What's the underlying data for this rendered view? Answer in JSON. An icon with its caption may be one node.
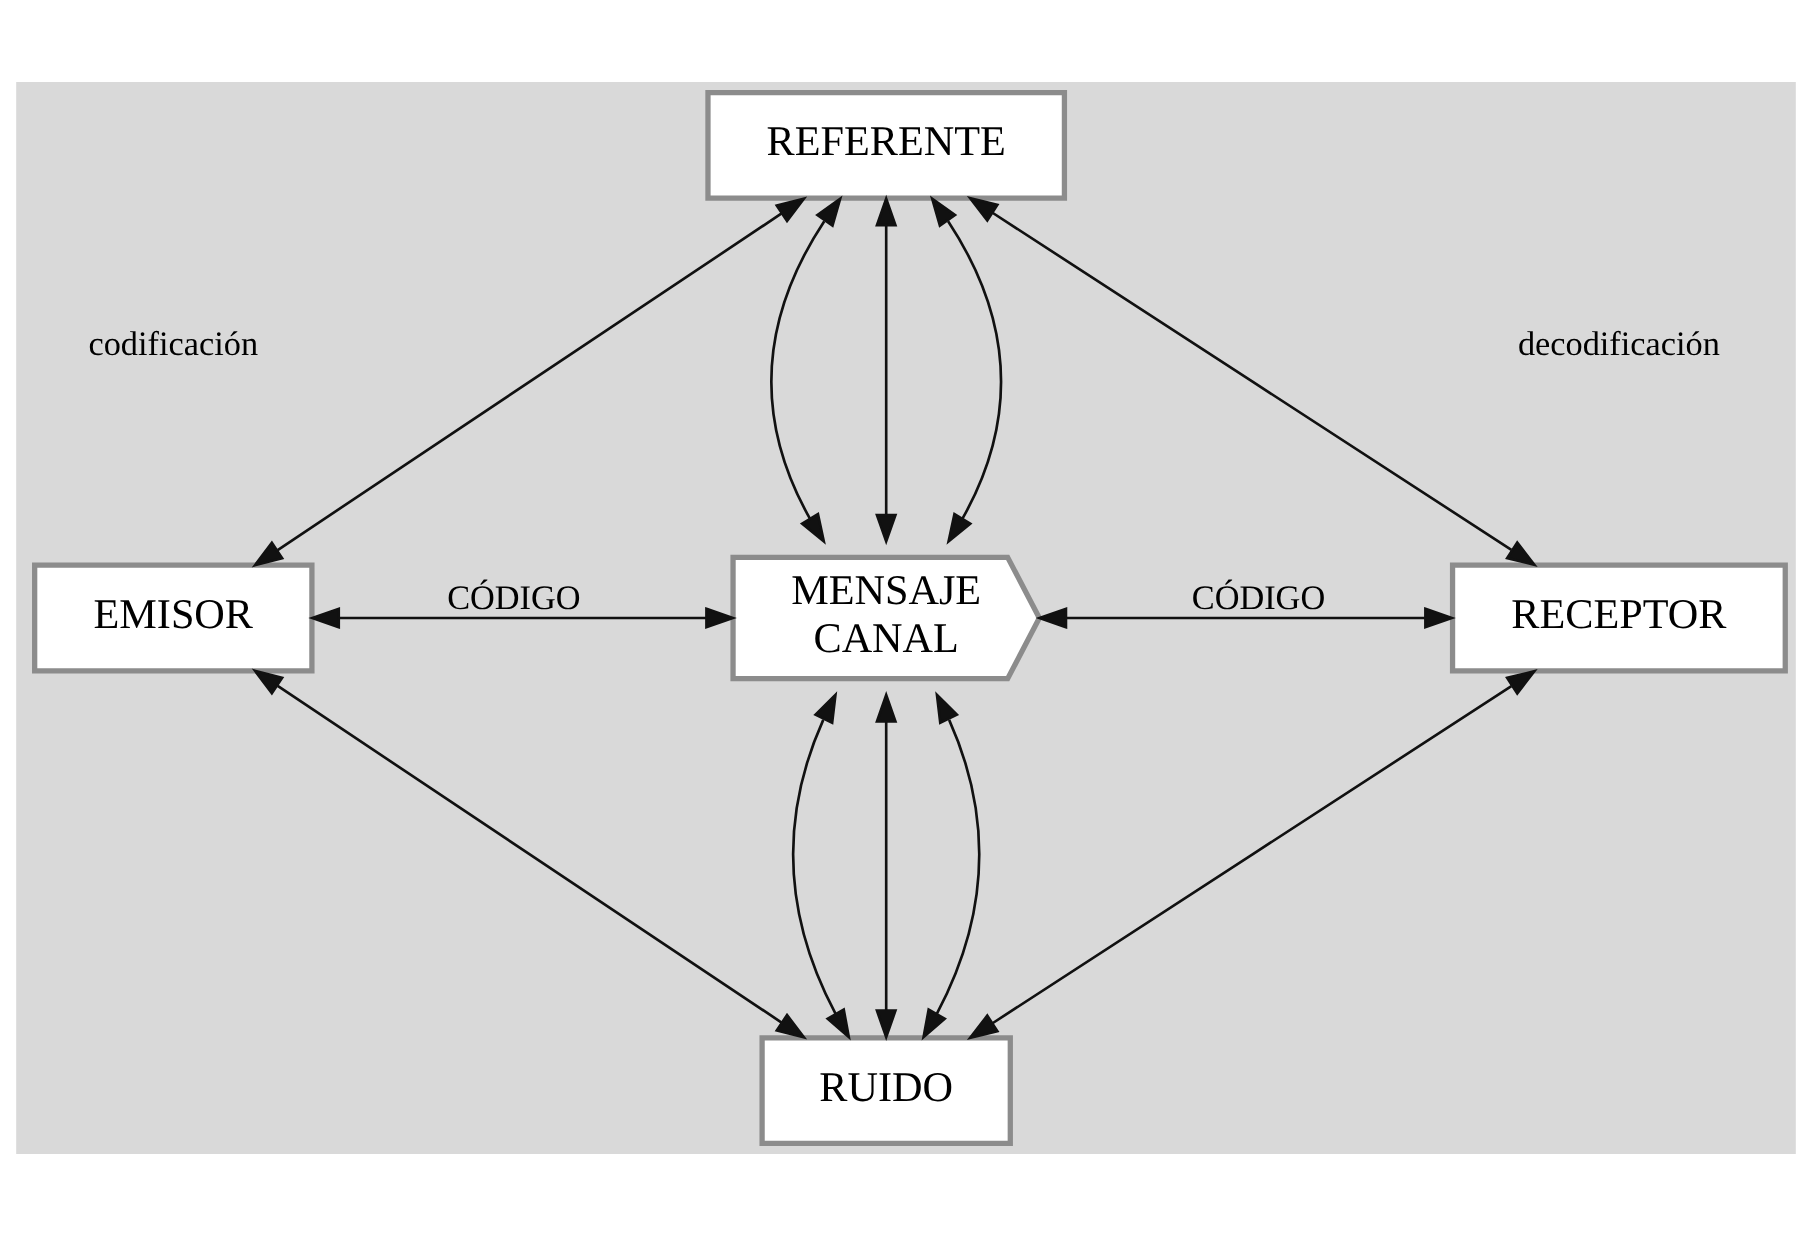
{
  "diagram": {
    "nodes": [
      {
        "text": [
          "REFERENTE"
        ]
      },
      {
        "text": [
          "EMISOR"
        ]
      },
      {
        "text": [
          "MENSAJE",
          "CANAL"
        ]
      },
      {
        "text": [
          "RECEPTOR"
        ]
      },
      {
        "text": [
          "RUIDO"
        ]
      }
    ],
    "edges": [
      {
        "from": 0,
        "to": 1,
        "arrow": "both"
      },
      {
        "from": 0,
        "to": 3,
        "arrow": "both"
      },
      {
        "from": 0,
        "to": 2,
        "arrow": "both"
      },
      {
        "from": 0,
        "to": 2,
        "arrow": "both"
      },
      {
        "from": 0,
        "to": 2,
        "arrow": "both"
      },
      {
        "from": 1,
        "to": 2,
        "arrow": "both",
        "label": "CÓDIGO"
      },
      {
        "from": 2,
        "to": 3,
        "arrow": "both",
        "label": "CÓDIGO"
      },
      {
        "from": 4,
        "to": 1,
        "arrow": "both"
      },
      {
        "from": 4,
        "to": 2,
        "arrow": "both"
      },
      {
        "from": 4,
        "to": 2,
        "arrow": "both"
      },
      {
        "from": 4,
        "to": 2,
        "arrow": "both"
      },
      {
        "from": 4,
        "to": 3,
        "arrow": "both"
      }
    ],
    "labels": [
      "codificación",
      "decodificación"
    ]
  }
}
